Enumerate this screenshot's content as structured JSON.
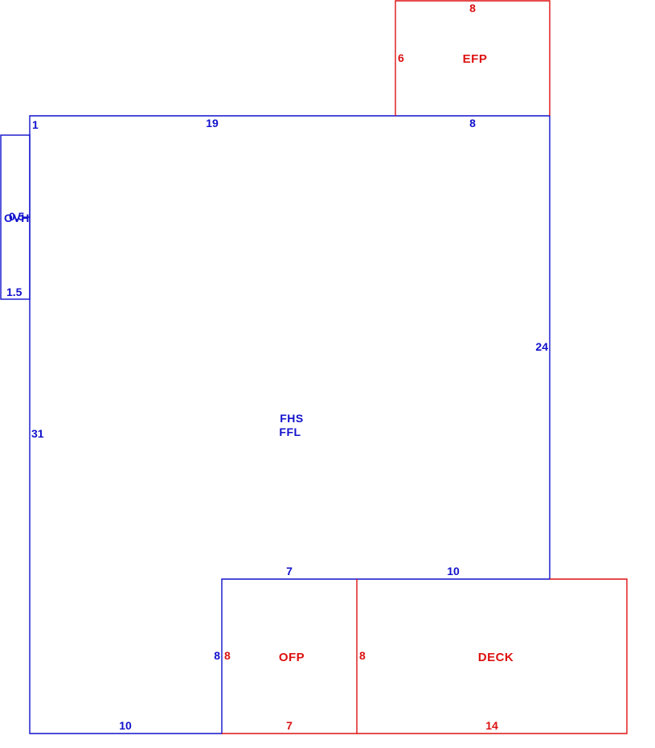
{
  "colors": {
    "primary_outline": "#1111cc",
    "addition_outline": "#dd1111"
  },
  "main_structure": {
    "label_line1": "FHS",
    "label_line2": "FFL",
    "dimensions": {
      "top_left_corner": "1",
      "top_left_run": "19",
      "top_right_run": "8",
      "right_side": "24",
      "left_side": "31",
      "inner_top_left": "7",
      "inner_top_right": "10",
      "inner_left": "8",
      "bottom": "10"
    }
  },
  "overhang": {
    "label": "OVH",
    "width": "0.5",
    "height": "1.5"
  },
  "efp": {
    "label": "EFP",
    "top": "8",
    "side": "6"
  },
  "ofp": {
    "label": "OFP",
    "side": "8",
    "bottom": "7"
  },
  "deck": {
    "label": "DECK",
    "side": "8",
    "bottom": "14"
  }
}
